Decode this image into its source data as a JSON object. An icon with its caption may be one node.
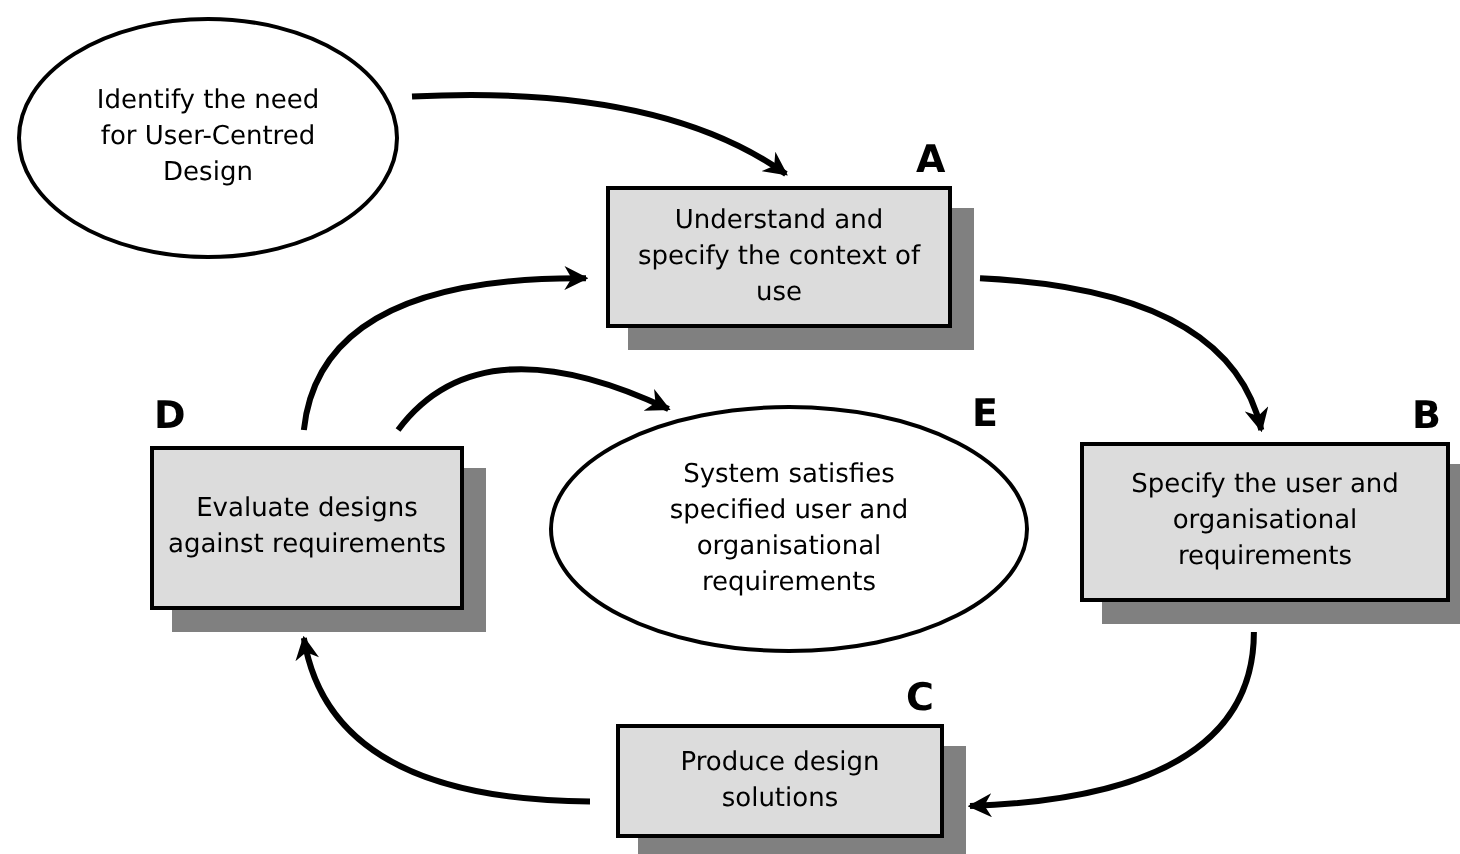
{
  "diagram": {
    "nodes": [
      {
        "text": [
          "Identify the need for User-Centred Design"
        ]
      },
      {
        "text": [
          "Understand and specify the context of use"
        ],
        "beside": [
          "A"
        ]
      },
      {
        "text": [
          "Specify the user and organisational requirements"
        ],
        "beside": [
          "B"
        ]
      },
      {
        "text": [
          "Produce design solutions"
        ],
        "beside": [
          "C"
        ]
      },
      {
        "text": [
          "Evaluate designs against requirements"
        ],
        "beside": [
          "D"
        ]
      },
      {
        "text": [
          "System satisfies specified user and organisational requirements"
        ],
        "beside": [
          "E"
        ]
      }
    ],
    "edges": [
      {
        "from": 0,
        "to": 1,
        "arrow": "to"
      },
      {
        "from": 1,
        "to": 2,
        "arrow": "to"
      },
      {
        "from": 2,
        "to": 3,
        "arrow": "to"
      },
      {
        "from": 3,
        "to": 4,
        "arrow": "to"
      },
      {
        "from": 4,
        "to": 1,
        "arrow": "to"
      },
      {
        "from": 4,
        "to": 5,
        "arrow": "to"
      }
    ]
  }
}
